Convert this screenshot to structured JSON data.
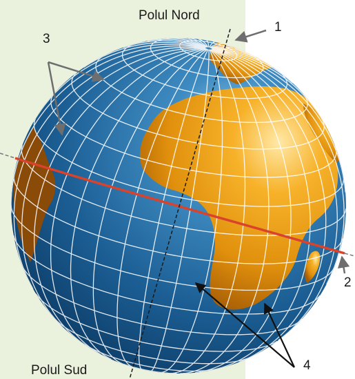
{
  "labels": {
    "north_pole": "Polul Nord",
    "south_pole": "Polul Sud",
    "marker_1": "1",
    "marker_2": "2",
    "marker_3": "3",
    "marker_4": "4"
  },
  "colors": {
    "ocean": "#1f6aa0",
    "land": "#f2a010",
    "equator": "#d9432b",
    "background_panel": "#eaf1dc"
  }
}
